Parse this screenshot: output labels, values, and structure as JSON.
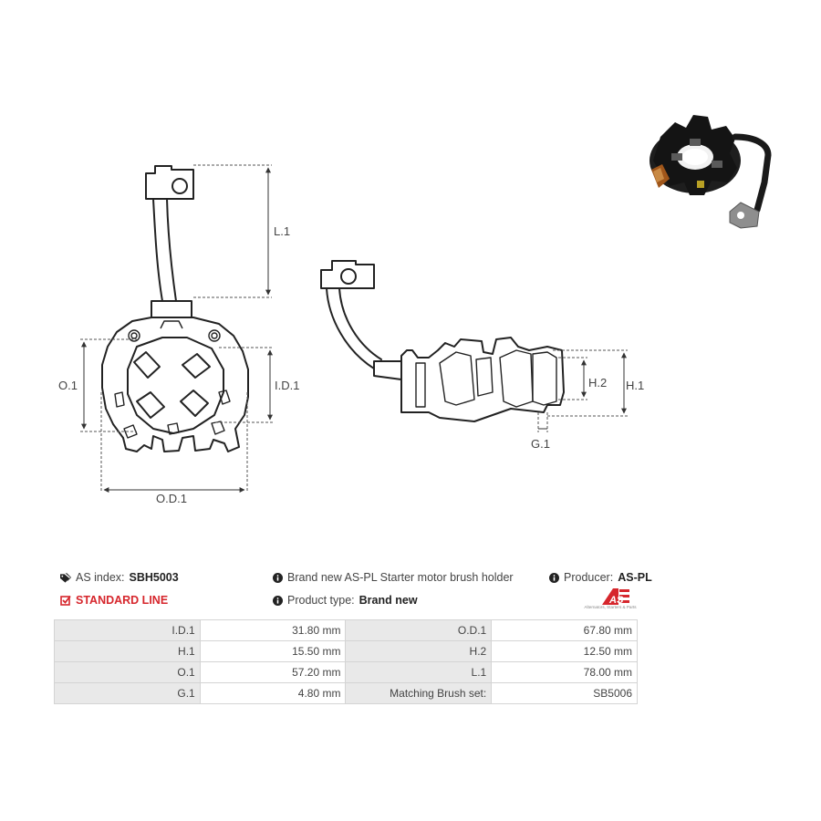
{
  "dimensions": {
    "l1": "L.1",
    "o1": "O.1",
    "id1": "I.D.1",
    "od1": "O.D.1",
    "h1": "H.1",
    "h2": "H.2",
    "g1": "G.1"
  },
  "info": {
    "as_index_label": "AS index:",
    "as_index_value": "SBH5003",
    "standard_line": "STANDARD LINE",
    "description": "Brand new AS-PL Starter motor brush holder",
    "product_type_label": "Product type:",
    "product_type_value": "Brand new",
    "producer_label": "Producer:",
    "producer_value": "AS-PL",
    "logo_text": "AS",
    "logo_tagline": "Alternators, Starters & Parts"
  },
  "specs": [
    {
      "label_a": "I.D.1",
      "value_a": "31.80 mm",
      "label_b": "O.D.1",
      "value_b": "67.80 mm"
    },
    {
      "label_a": "H.1",
      "value_a": "15.50 mm",
      "label_b": "H.2",
      "value_b": "12.50 mm"
    },
    {
      "label_a": "O.1",
      "value_a": "57.20 mm",
      "label_b": "L.1",
      "value_b": "78.00 mm"
    },
    {
      "label_a": "G.1",
      "value_a": "4.80 mm",
      "label_b": "Matching Brush set:",
      "value_b": "SB5006"
    }
  ],
  "colors": {
    "accent_red": "#d6262c",
    "table_label_bg": "#e9e9e9",
    "table_border": "#d4d4d4",
    "line": "#222222"
  },
  "icons": {
    "as_index": "tag-icon",
    "standard_line": "checkbox-icon",
    "info": "info-circle-icon"
  }
}
